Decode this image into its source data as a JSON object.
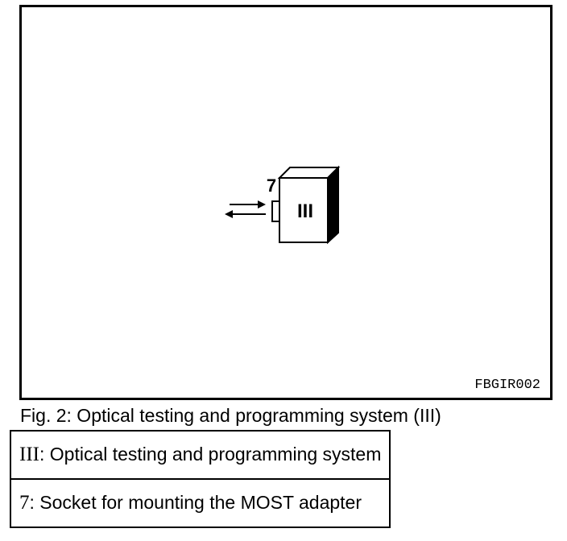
{
  "figure": {
    "code": "FBGIR002",
    "device_label": "III",
    "socket_label": "7",
    "caption": "Fig. 2: Optical testing and programming system (III)"
  },
  "legend": [
    {
      "key": "III",
      "separator": ":",
      "text": " Optical testing and programming system"
    },
    {
      "key": "7",
      "separator": ":",
      "text": " Socket for mounting the MOST adapter"
    }
  ]
}
